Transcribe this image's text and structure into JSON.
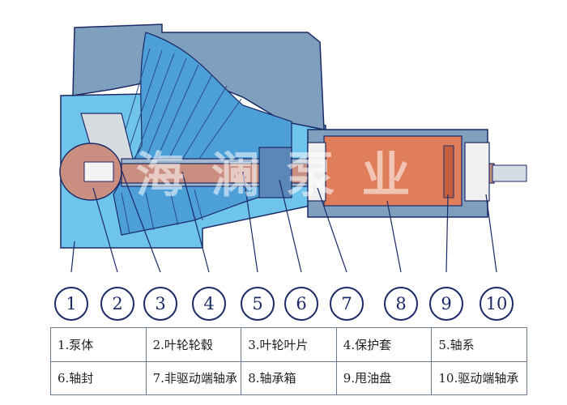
{
  "callouts": [
    "1",
    "2",
    "3",
    "4",
    "5",
    "6",
    "7",
    "8",
    "9",
    "10"
  ],
  "legend": {
    "rows": [
      [
        "1.泵体",
        "2.叶轮轮毂",
        "3.叶轮叶片",
        "4.保护套",
        "5.轴系"
      ],
      [
        "6.轴封",
        "7.非驱动端轴承",
        "8.轴承箱",
        "9.甩油盘",
        "10.驱动端轴承"
      ]
    ]
  },
  "watermark": "海 澜 泵 业",
  "colors": {
    "pump_body": "#6fc4ec",
    "pump_shade": "#4d9fd8",
    "housing_top": "#7f9fbe",
    "shaft": "#c98e80",
    "bearing_box": "#e07d5a",
    "outline": "#1c2a66"
  }
}
